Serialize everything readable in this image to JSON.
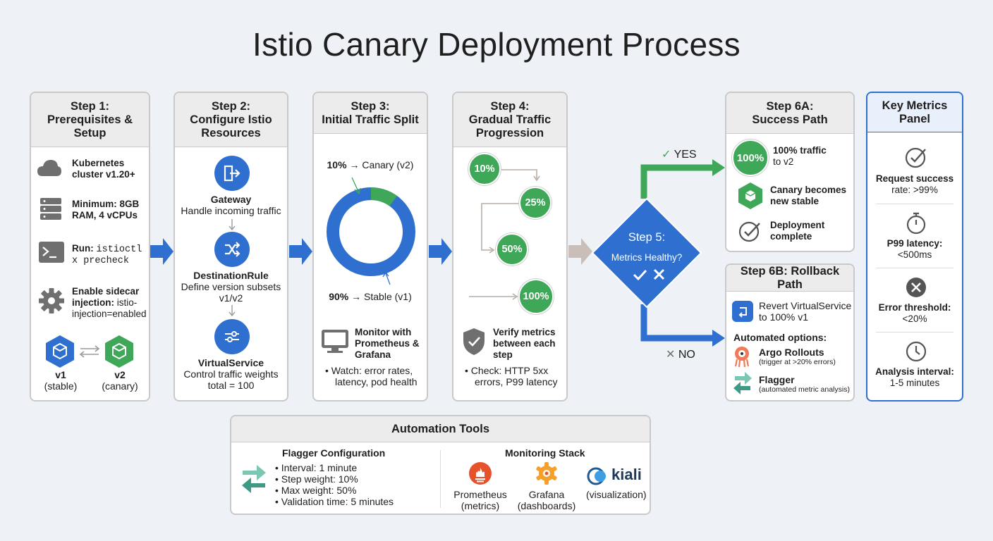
{
  "title": "Istio Canary Deployment Process",
  "colors": {
    "blue": "#2f6fcf",
    "green": "#3fa758",
    "gray": "#c9c9c9"
  },
  "step1": {
    "header": [
      "Step 1:",
      "Prerequisites &",
      "Setup"
    ],
    "items": [
      {
        "icon": "cloud-icon",
        "lines": [
          "Kubernetes",
          "cluster v1.20+"
        ]
      },
      {
        "icon": "server-icon",
        "lines": [
          "Minimum: 8GB",
          "RAM, 4 vCPUs"
        ]
      },
      {
        "icon": "terminal-icon",
        "label": "Run:",
        "code1": "istioctl",
        "code2": "x precheck"
      },
      {
        "icon": "gear-icon",
        "bold1": "Enable sidecar",
        "bold2": "injection:",
        "code1": "istio-",
        "code2": "injection=enabled"
      }
    ],
    "v1": {
      "name": "v1",
      "sub": "(stable)"
    },
    "v2": {
      "name": "v2",
      "sub": "(canary)"
    }
  },
  "step2": {
    "header": [
      "Step 2:",
      "Configure Istio",
      "Resources"
    ],
    "gateway": {
      "name": "Gateway",
      "desc": "Handle incoming traffic"
    },
    "destrule": {
      "name": "DestinationRule",
      "desc1": "Define version subsets",
      "desc2": "v1/v2"
    },
    "vs": {
      "name": "VirtualService",
      "desc1": "Control traffic weights",
      "desc2": "total = 100"
    }
  },
  "step3": {
    "header": [
      "Step 3:",
      "Initial Traffic Split"
    ],
    "canary_label_pct": "10%",
    "canary_label_rest": "→ Canary (v2)",
    "stable_label_pct": "90%",
    "stable_label_rest": "→ Stable (v1)",
    "monitor": [
      "Monitor with",
      "Prometheus &",
      "Grafana"
    ],
    "watch": [
      "• Watch: error rates,",
      "latency, pod health"
    ]
  },
  "step4": {
    "header": [
      "Step 4:",
      "Gradual Traffic",
      "Progression"
    ],
    "stages": [
      "10%",
      "25%",
      "50%",
      "100%"
    ],
    "verify": [
      "Verify metrics",
      "between each",
      "step"
    ],
    "check": [
      "• Check: HTTP 5xx",
      "errors, P99 latency"
    ]
  },
  "step5": {
    "title": "Step 5:",
    "question": "Metrics Healthy?",
    "yes": "YES",
    "no": "NO"
  },
  "step6a": {
    "header": [
      "Step 6A:",
      "Success Path"
    ],
    "badge": "100%",
    "items": [
      [
        "100% traffic",
        "to v2"
      ],
      [
        "Canary becomes",
        "new stable"
      ],
      [
        "Deployment",
        "complete"
      ]
    ]
  },
  "step6b": {
    "header": "Step 6B: Rollback Path",
    "revert": [
      "Revert VirtualService",
      "to 100% v1"
    ],
    "options_title": "Automated options:",
    "argo": {
      "name": "Argo Rollouts",
      "sub": "(trigger at >20% errors)"
    },
    "flagger": {
      "name": "Flagger",
      "sub": "(automated metric analysis)"
    }
  },
  "metrics": {
    "header": [
      "Key Metrics",
      "Panel"
    ],
    "items": [
      {
        "icon": "check-circle-icon",
        "lines": [
          "Request success",
          "rate: >99%"
        ]
      },
      {
        "icon": "stopwatch-icon",
        "lines": [
          "P99 latency:",
          "<500ms"
        ]
      },
      {
        "icon": "x-circle-icon",
        "lines": [
          "Error threshold:",
          "<20%"
        ]
      },
      {
        "icon": "clock-icon",
        "lines": [
          "Analysis interval:",
          "1-5 minutes"
        ]
      }
    ]
  },
  "automation": {
    "header": "Automation Tools",
    "flagger_title": "Flagger Configuration",
    "flagger_items": [
      "Interval: 1 minute",
      "Step weight: 10%",
      "Max weight: 50%",
      "Validation time: 5 minutes"
    ],
    "monitoring_title": "Monitoring Stack",
    "prometheus": [
      "Prometheus",
      "(metrics)"
    ],
    "grafana": [
      "Grafana",
      "(dashboards)"
    ],
    "kiali": {
      "logo": "kiali",
      "sub": "(visualization)"
    }
  }
}
